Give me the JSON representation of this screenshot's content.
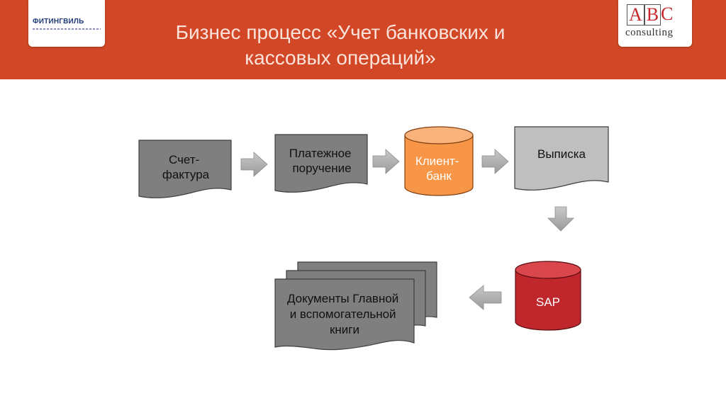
{
  "header": {
    "title_line1": "Бизнес процесс «Учет банковских и",
    "title_line2": "кассовых операций»",
    "left_logo_text": "ФИТИНГВИЛЬ",
    "right_logo_letters": [
      "A",
      "B",
      "C"
    ],
    "right_logo_subtitle": "consulting"
  },
  "colors": {
    "header_bg": "#d24726",
    "document_fill": "#7f7f7f",
    "statement_fill": "#bfbfbf",
    "bank_client_fill": "#f79646",
    "sap_fill": "#c0272d",
    "arrow_fill": "#b2b2b2"
  },
  "diagram": {
    "nodes": [
      {
        "id": "invoice",
        "label_lines": [
          "Счет-",
          "фактура"
        ],
        "shape": "document"
      },
      {
        "id": "payment_order",
        "label_lines": [
          "Платежное",
          "поручение"
        ],
        "shape": "document"
      },
      {
        "id": "bank_client",
        "label_lines": [
          "Клиент-",
          "банк"
        ],
        "shape": "cylinder"
      },
      {
        "id": "statement",
        "label_lines": [
          "Выписка"
        ],
        "shape": "document"
      },
      {
        "id": "sap",
        "label_lines": [
          "SAP"
        ],
        "shape": "cylinder"
      },
      {
        "id": "ledger_docs",
        "label_lines": [
          "Документы Главной",
          "и вспомогательной",
          "книги"
        ],
        "shape": "multi-document"
      }
    ],
    "edges": [
      {
        "from": "invoice",
        "to": "payment_order"
      },
      {
        "from": "payment_order",
        "to": "bank_client"
      },
      {
        "from": "bank_client",
        "to": "statement"
      },
      {
        "from": "statement",
        "to": "sap"
      },
      {
        "from": "sap",
        "to": "ledger_docs"
      }
    ]
  }
}
